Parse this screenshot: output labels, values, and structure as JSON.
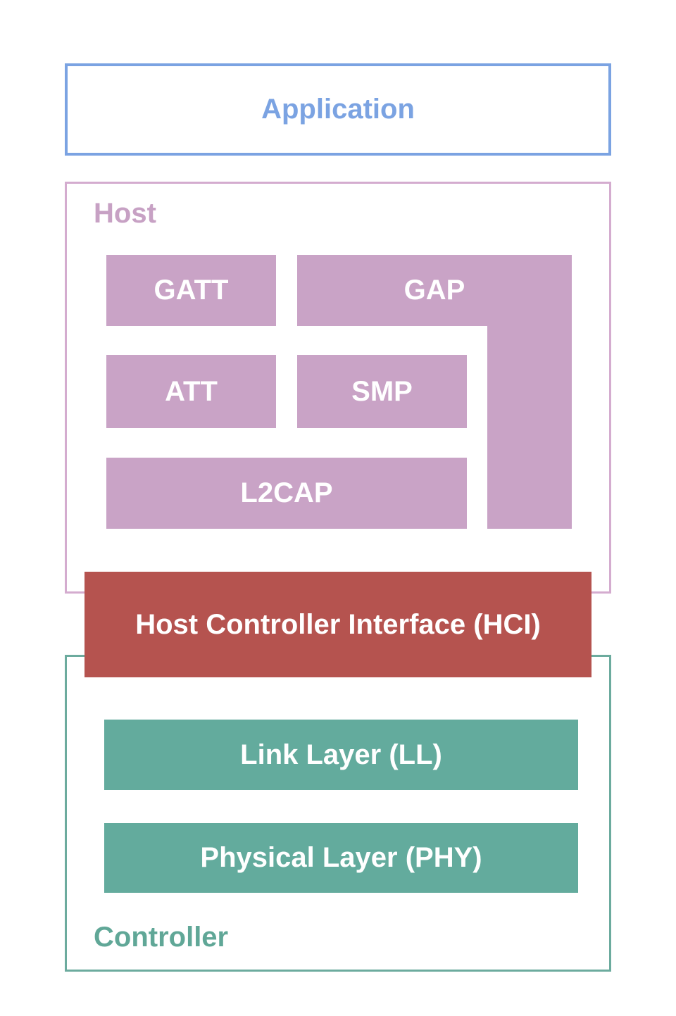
{
  "application": {
    "label": "Application",
    "color": "#7ba3e2"
  },
  "host": {
    "label": "Host",
    "border_color": "#d4accf",
    "label_color": "#c7a1c4",
    "block_fill": "#c9a3c6",
    "block_text_color": "#ffffff",
    "blocks": {
      "gatt": "GATT",
      "gap": "GAP",
      "att": "ATT",
      "smp": "SMP",
      "l2cap": "L2CAP"
    }
  },
  "hci": {
    "label": "Host Controller Interface (HCI)",
    "fill": "#b5534f",
    "text_color": "#ffffff"
  },
  "controller": {
    "label": "Controller",
    "border_color": "#6cab9e",
    "label_color": "#60a797",
    "block_fill": "#63ab9d",
    "block_text_color": "#ffffff",
    "blocks": {
      "link_layer": "Link Layer (LL)",
      "physical_layer": "Physical Layer (PHY)"
    }
  }
}
